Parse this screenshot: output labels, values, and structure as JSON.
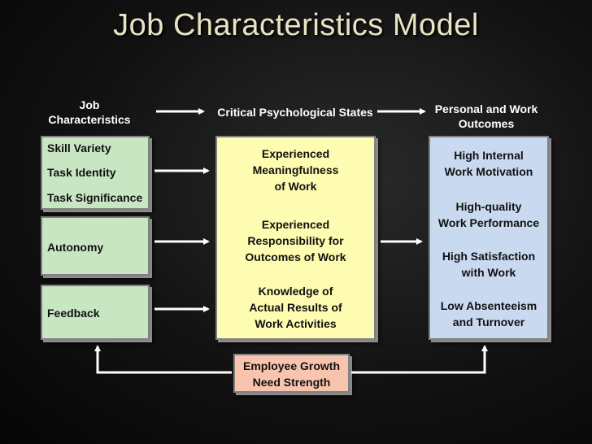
{
  "title": "Job Characteristics Model",
  "headers": {
    "job_characteristics": [
      "Job",
      "Characteristics"
    ],
    "critical_states": "Critical Psychological States",
    "outcomes": [
      "Personal and Work",
      "Outcomes"
    ]
  },
  "job_characteristics": {
    "group1": [
      "Skill Variety",
      "Task Identity",
      "Task Significance"
    ],
    "autonomy": "Autonomy",
    "feedback": "Feedback"
  },
  "critical_states": [
    [
      "Experienced",
      "Meaningfulness",
      "of Work"
    ],
    [
      "Experienced",
      "Responsibility for",
      "Outcomes of Work"
    ],
    [
      "Knowledge of",
      "Actual Results of",
      "Work Activities"
    ]
  ],
  "outcomes": [
    [
      "High Internal",
      "Work Motivation"
    ],
    [
      "High-quality",
      "Work  Performance"
    ],
    [
      "High Satisfaction",
      "with Work"
    ],
    [
      "Low Absenteeism",
      "and Turnover"
    ]
  ],
  "moderator": [
    "Employee Growth",
    "Need Strength"
  ],
  "colors": {
    "title": "#e8e3c3",
    "job_boxes": "#c9e6c3",
    "states_box": "#fdfcb0",
    "outcomes_box": "#c9d9ef",
    "moderator_box": "#f8c4ad",
    "arrows": "#ffffff"
  }
}
